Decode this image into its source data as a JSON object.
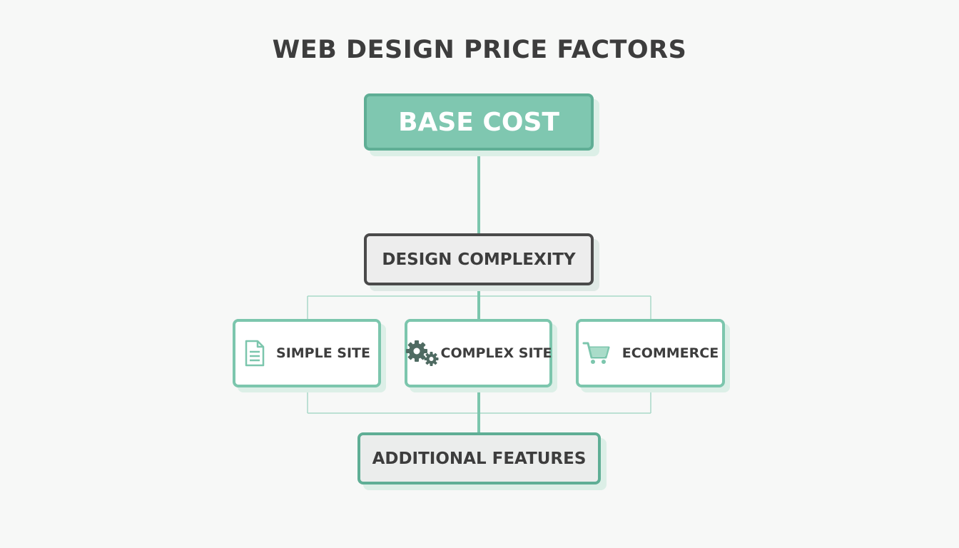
{
  "title": "WEB DESIGN PRICE FACTORS",
  "nodes": {
    "base_cost": {
      "label": "BASE COST"
    },
    "design_complexity": {
      "label": "DESIGN COMPLEXITY"
    },
    "simple_site": {
      "label": "SIMPLE SITE",
      "icon": "document-icon"
    },
    "complex_site": {
      "label": "COMPLEX SITE",
      "icon": "gears-icon"
    },
    "ecommerce": {
      "label": "ECOMMERCE",
      "icon": "shopping-cart-icon"
    },
    "additional_features": {
      "label": "ADDITIONAL FEATURES"
    }
  },
  "colors": {
    "accent": "#7cc6ad",
    "accent_dark": "#5fae95",
    "text": "#3d3d3d",
    "neutral_border": "#4a4a4a"
  }
}
